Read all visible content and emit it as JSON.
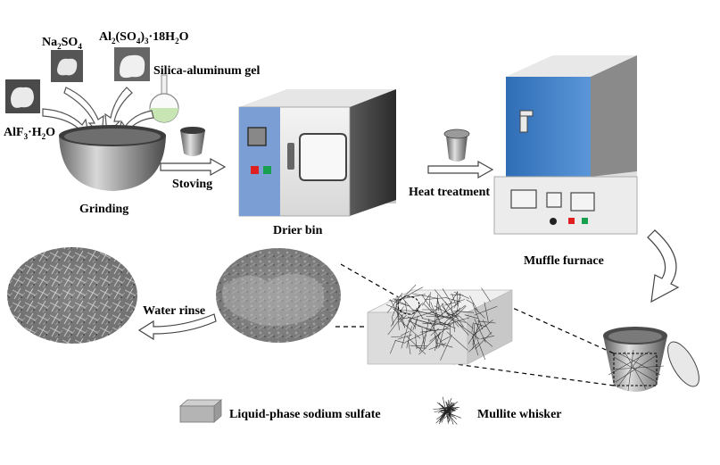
{
  "labels": {
    "na2so4": {
      "base": "Na",
      "sub1": "2",
      "mid": "SO",
      "sub2": "4"
    },
    "al2so4": {
      "base": "Al",
      "sub1": "2",
      "mid": "(SO",
      "sub2": "4",
      "mid2": ")",
      "sub3": "3",
      "tail": "·18H",
      "sub4": "2",
      "end": "O"
    },
    "alf3": {
      "base": "AlF",
      "sub1": "3",
      "tail": "·H",
      "sub2": "2",
      "end": "O"
    },
    "gel": "Silica-aluminum gel",
    "grinding": "Grinding",
    "stoving": "Stoving",
    "drier": "Drier bin",
    "heat": "Heat treatment",
    "muffle": "Muffle furnace",
    "water_rinse": "Water rinse"
  },
  "legend": {
    "liquid": "Liquid-phase sodium sulfate",
    "whisker": "Mullite whisker"
  },
  "colors": {
    "oven_blue": "#7b9fd4",
    "furnace_blue": "#3a7bc4",
    "gel_green": "#c8e6b4",
    "button_red": "#e02020",
    "button_green": "#18a050"
  }
}
